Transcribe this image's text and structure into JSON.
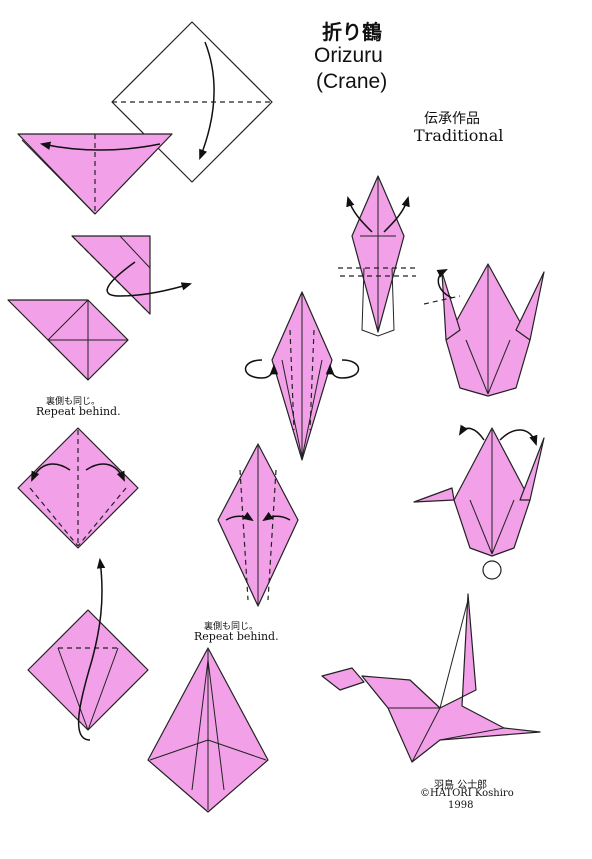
{
  "colors": {
    "paper": "#f2a0e8",
    "ink": "#222222",
    "background": "#ffffff"
  },
  "title": {
    "japanese": "折り鶴",
    "romaji": "Orizuru",
    "english": "(Crane)"
  },
  "tradition": {
    "japanese": "伝承作品",
    "english": "Traditional"
  },
  "notes": {
    "repeat1_jp": "裏側も同じ。",
    "repeat1_en": "Repeat behind.",
    "repeat2_jp": "裏側も同じ。",
    "repeat2_en": "Repeat behind."
  },
  "credit": {
    "name_jp": "羽鳥 公士郎",
    "name_en": "©HATORI Koshiro",
    "year": "1998"
  }
}
